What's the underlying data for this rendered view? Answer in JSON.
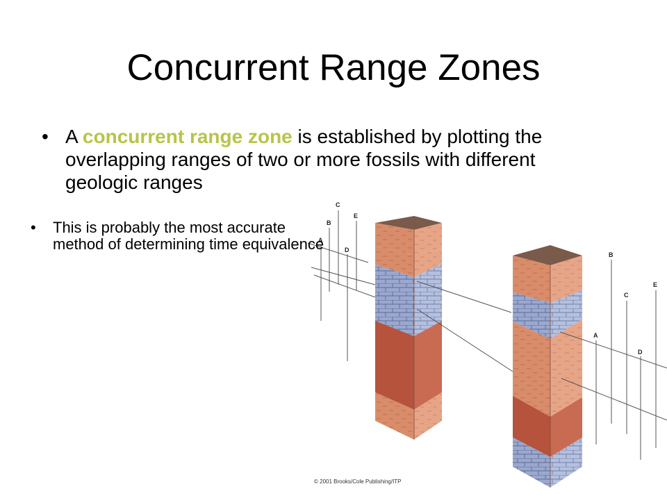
{
  "slide": {
    "title": "Concurrent Range Zones",
    "bullet1": {
      "before": "A ",
      "highlight": "concurrent range zone",
      "after": " is established by plotting the overlapping ranges of two or more fossils with different geologic ranges"
    },
    "bullet2": "This is probably the most accurate method of determining time equivalence",
    "bullet_glyph": "•"
  },
  "figure": {
    "left_range_labels": [
      "A",
      "B",
      "C",
      "D",
      "E"
    ],
    "right_range_labels": [
      "A",
      "B",
      "C",
      "D",
      "E"
    ],
    "credit": "© 2001 Brooks/Cole Publishing/ITP",
    "colors": {
      "highlight": "#b8c44a",
      "column_top": "#7a5a4a",
      "shale_light": "#e7a588",
      "shale_front": "#d98c6a",
      "shale_dark": "#c06a4a",
      "limestone": "#9aa8cf",
      "mudstone": "#b5533c"
    }
  }
}
